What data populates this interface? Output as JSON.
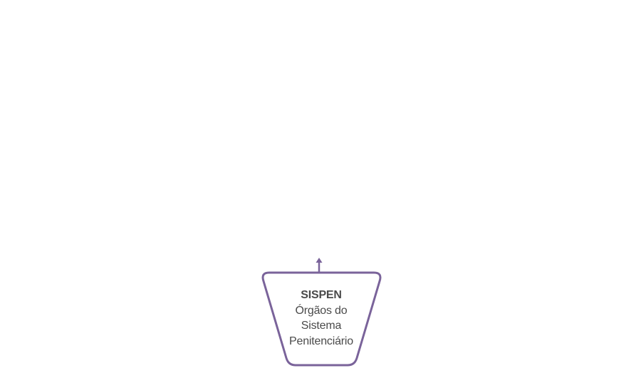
{
  "diagram": {
    "accent_color": "#7a639a",
    "text_color": "#4a4a4a",
    "node": {
      "title": "SISPEN",
      "lines": [
        "Órgãos do",
        "Sistema",
        "Penitenciário"
      ]
    },
    "connector": {
      "direction": "up",
      "icon": "arrow-up-icon"
    }
  }
}
